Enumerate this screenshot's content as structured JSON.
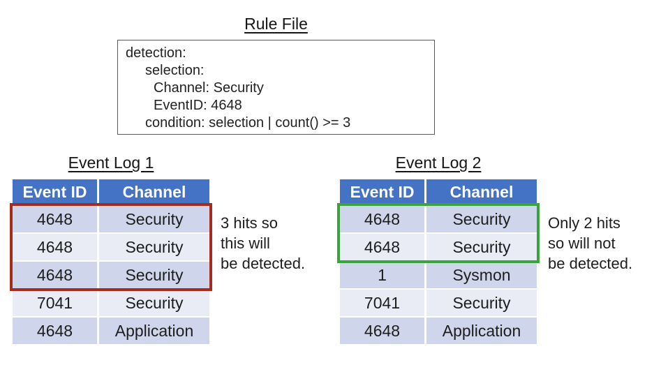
{
  "rule": {
    "title": "Rule File",
    "lines": [
      "detection:",
      "selection:",
      "Channel: Security",
      "EventID: 4648",
      "condition: selection | count() >= 3"
    ]
  },
  "logs": {
    "log1": {
      "title": "Event Log 1",
      "columns": {
        "event_id": "Event ID",
        "channel": "Channel"
      },
      "rows": [
        {
          "event_id": "4648",
          "channel": "Security"
        },
        {
          "event_id": "4648",
          "channel": "Security"
        },
        {
          "event_id": "4648",
          "channel": "Security"
        },
        {
          "event_id": "7041",
          "channel": "Security"
        },
        {
          "event_id": "4648",
          "channel": "Application"
        }
      ],
      "annotation": "3 hits so\nthis will\nbe detected.",
      "highlight": {
        "rows": "1-3",
        "color": "#A62B1F"
      }
    },
    "log2": {
      "title": "Event Log 2",
      "columns": {
        "event_id": "Event ID",
        "channel": "Channel"
      },
      "rows": [
        {
          "event_id": "4648",
          "channel": "Security"
        },
        {
          "event_id": "4648",
          "channel": "Security"
        },
        {
          "event_id": "1",
          "channel": "Sysmon"
        },
        {
          "event_id": "7041",
          "channel": "Security"
        },
        {
          "event_id": "4648",
          "channel": "Application"
        }
      ],
      "annotation": "Only 2 hits\nso will not\nbe detected.",
      "highlight": {
        "rows": "1-2",
        "color": "#3BA33B"
      }
    }
  },
  "colors": {
    "header_bg": "#4472C4",
    "header_text": "#FFFFFF",
    "row_band_dark": "#CFD5EA",
    "row_band_light": "#E9EBF5",
    "rule_box_border": "#595959",
    "detected_box": "#A62B1F",
    "not_detected_box": "#3BA33B"
  }
}
